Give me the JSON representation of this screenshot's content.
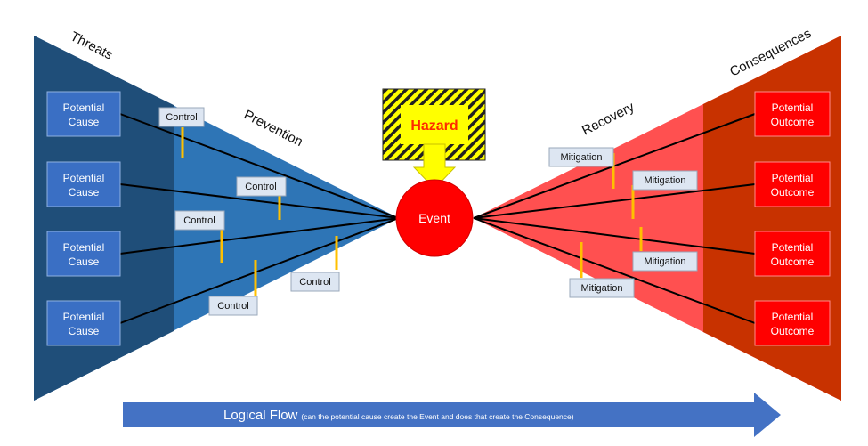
{
  "sections": {
    "threats": "Threats",
    "prevention": "Prevention",
    "recovery": "Recovery",
    "consequences": "Consequences"
  },
  "causes": [
    {
      "line1": "Potential",
      "line2": "Cause"
    },
    {
      "line1": "Potential",
      "line2": "Cause"
    },
    {
      "line1": "Potential",
      "line2": "Cause"
    },
    {
      "line1": "Potential",
      "line2": "Cause"
    }
  ],
  "outcomes": [
    {
      "line1": "Potential",
      "line2": "Outcome"
    },
    {
      "line1": "Potential",
      "line2": "Outcome"
    },
    {
      "line1": "Potential",
      "line2": "Outcome"
    },
    {
      "line1": "Potential",
      "line2": "Outcome"
    }
  ],
  "controls": [
    "Control",
    "Control",
    "Control",
    "Control",
    "Control"
  ],
  "mitigations": [
    "Mitigation",
    "Mitigation",
    "Mitigation",
    "Mitigation"
  ],
  "hazard": "Hazard",
  "event": "Event",
  "flow": {
    "main": "Logical Flow",
    "detail": "(can the potential cause create the Event and does that create the Consequence)"
  },
  "colors": {
    "threat_dark": "#1f4e79",
    "prevention_blue": "#2e75b6",
    "cause_box": "#3a6fc4",
    "recovery_red": "#ff5050",
    "consequence_dark": "#c83200",
    "outcome_box": "#ff0000",
    "event_red": "#ff0000",
    "hazard_yellow": "#ffff00",
    "control_bar": "#ffc000",
    "label_box": "#dde6f2",
    "flow_arrow": "#4472c4"
  }
}
